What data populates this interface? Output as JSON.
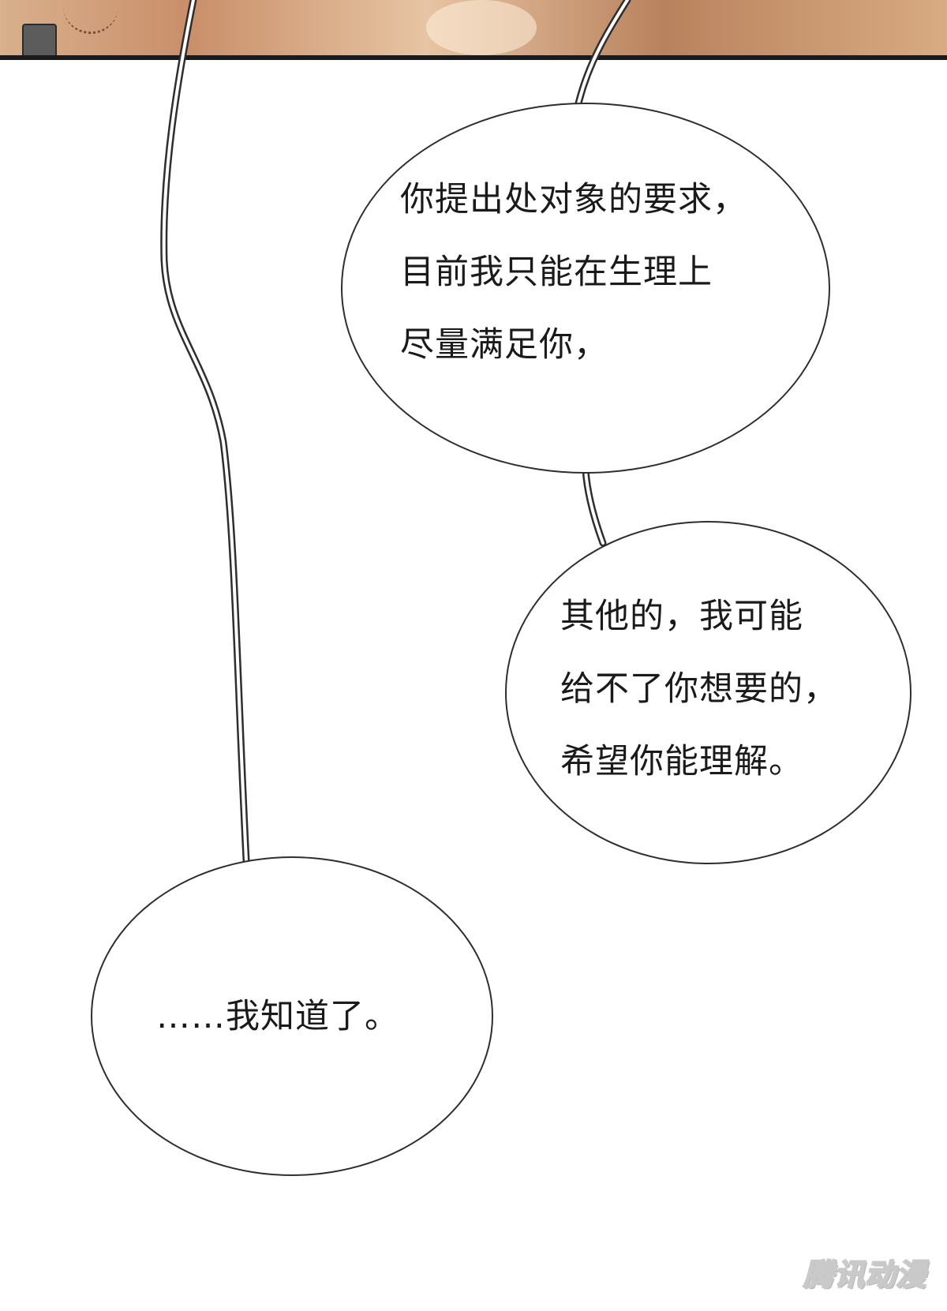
{
  "bubbles": [
    {
      "lines": [
        "你提出处对象的要求，",
        "目前我只能在生理上",
        "尽量满足你，"
      ]
    },
    {
      "lines": [
        "其他的，我可能",
        "给不了你想要的，",
        "希望你能理解。"
      ]
    },
    {
      "lines": [
        "……我知道了。"
      ]
    }
  ],
  "watermark": "腾讯动漫",
  "colors": {
    "outline": "#2e2e2e",
    "text": "#1a1a1a",
    "background": "#ffffff"
  }
}
